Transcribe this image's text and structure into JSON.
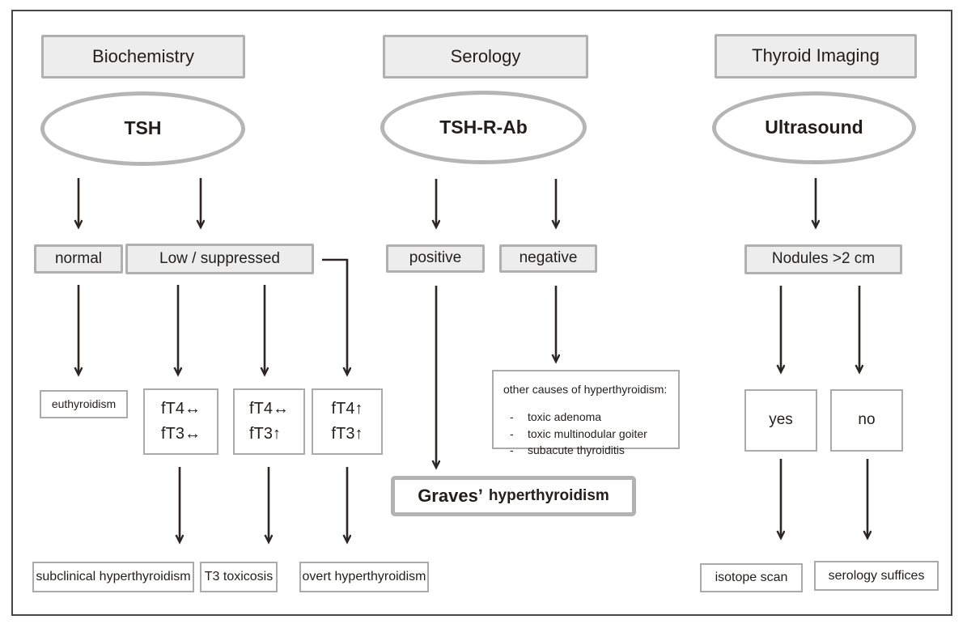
{
  "colors": {
    "frame_border": "#474747",
    "gray_box_fill": "#ededed",
    "gray_box_border": "#b0b0b0",
    "white_box_border": "#ababab",
    "ellipse_border": "#b5b5b5",
    "arrow": "#2b2523",
    "text": "#221e1c"
  },
  "biochemistry": {
    "header": "Biochemistry",
    "test": "TSH",
    "tsh_normal": "normal",
    "tsh_low": "Low / suppressed",
    "euthyroidism": "euthyroidism",
    "ft1": {
      "line1": "fT4↔",
      "line2": "fT3↔"
    },
    "ft2": {
      "line1": "fT4↔",
      "line2": "fT3↑"
    },
    "ft3": {
      "line1": "fT4↑",
      "line2": "fT3↑"
    },
    "subclinical": "subclinical hyperthyroidism",
    "t3_toxicosis": "T3 toxicosis",
    "overt": "overt hyperthyroidism"
  },
  "serology": {
    "header": "Serology",
    "test": "TSH-R-Ab",
    "positive": "positive",
    "negative": "negative",
    "other_causes_title": "other causes of hyperthyroidism:",
    "bullet": "-",
    "other_causes_items": [
      "toxic adenoma",
      "toxic multinodular goiter",
      "subacute thyroiditis"
    ],
    "graves_main": "Graves’",
    "graves_rest": "hyperthyroidism"
  },
  "imaging": {
    "header": "Thyroid Imaging",
    "test": "Ultrasound",
    "finding": "Nodules >2 cm",
    "yes": "yes",
    "no": "no",
    "isotope_scan": "isotope scan",
    "serology_suffices": "serology suffices"
  }
}
